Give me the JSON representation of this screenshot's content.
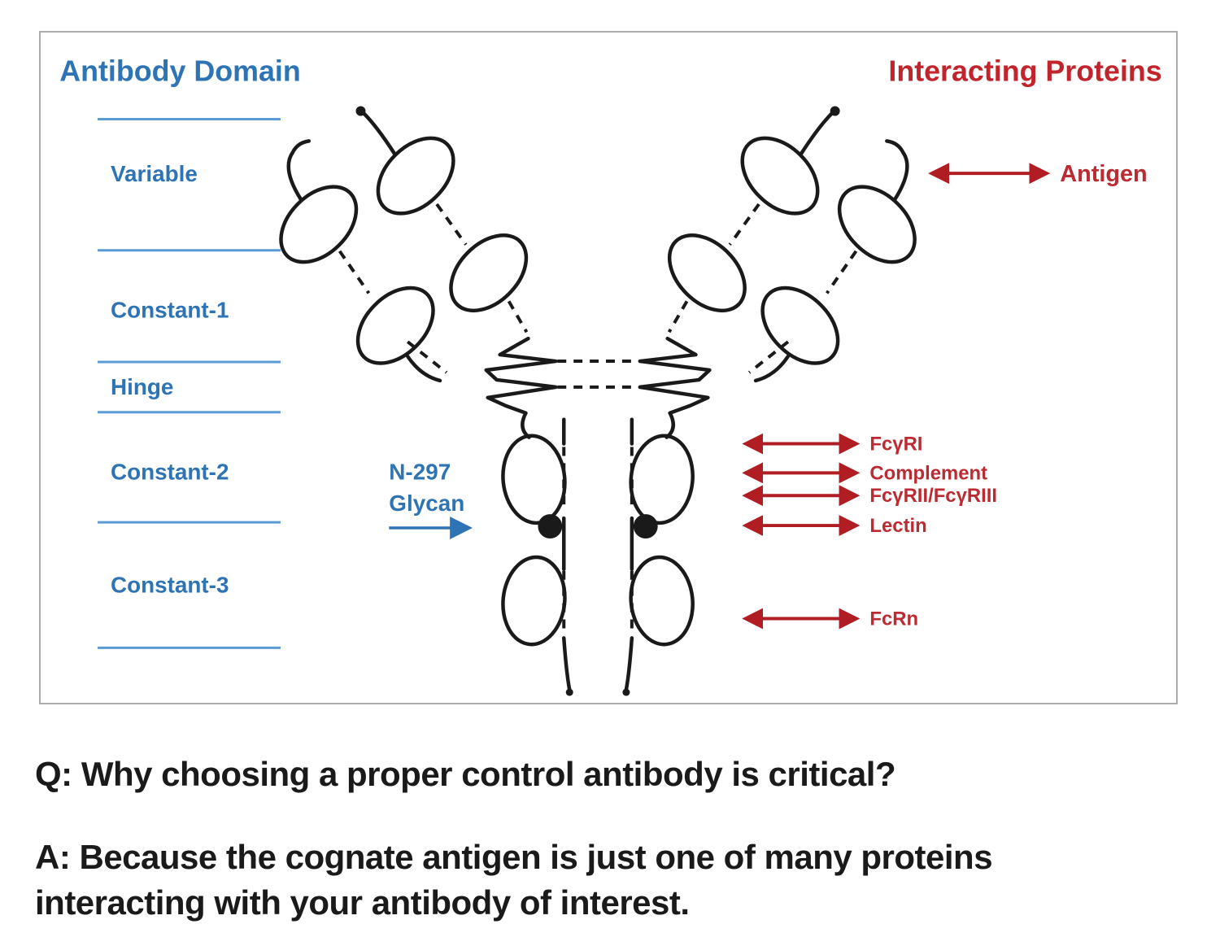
{
  "colors": {
    "blue_text": "#2E74B5",
    "blue_line": "#5B9BD5",
    "red": "#BD2B32",
    "red_title": "#C2242C",
    "red_arrow": "#B01E24",
    "ink": "#1a1a1a"
  },
  "panel": {
    "left_header": "Antibody Domain",
    "right_header": "Interacting Proteins",
    "domains": [
      "Variable",
      "Constant-1",
      "Hinge",
      "Constant-2",
      "Constant-3"
    ],
    "glycan": {
      "line1": "N-297",
      "line2": "Glycan"
    },
    "interactions": {
      "antigen": "Antigen",
      "fcgri": "FcγRI",
      "complement": "Complement",
      "fcgrii_fcgriii": "FcγRII/FcγRIII",
      "lectin": "Lectin",
      "fcrn": "FcRn"
    }
  },
  "qa": {
    "question": "Q: Why choosing a proper control antibody is critical?",
    "answer": "A: Because the cognate antigen is just one of many proteins interacting with your antibody of interest."
  }
}
